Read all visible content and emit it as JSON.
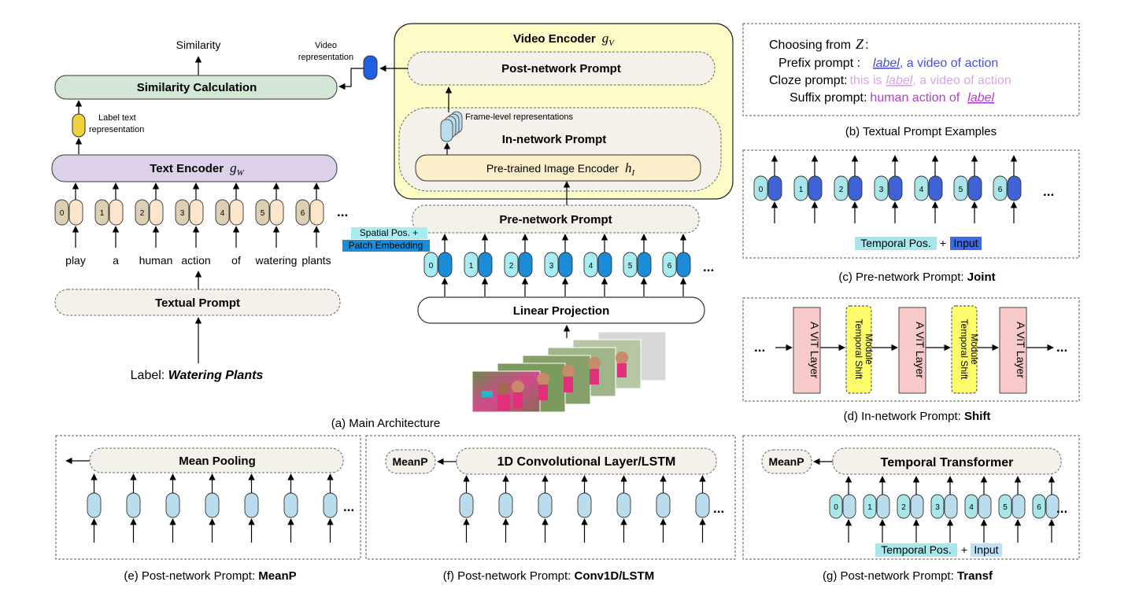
{
  "colors": {
    "video_encoder_bg": "#fdfbc6",
    "similarity_fill": "#d4e7d4",
    "text_encoder_fill": "#ddd1ea",
    "prompt_fill": "#f4f1ea",
    "image_encoder_fill": "#fdefcc",
    "token_tan_dark": "#dccfb3",
    "token_tan_light": "#fde5cc",
    "token_cyan_light": "#a6ecf3",
    "token_blue": "#1a8cd8",
    "token_pale_blue": "#b9ddec",
    "token_dark_blue": "#3d63d6",
    "label_rep_fill": "#f2d13c",
    "video_rep_fill": "#1f5fe0",
    "vit_layer_fill": "#f8c9c9",
    "shift_module_fill": "#fdfc6a",
    "temporal_pos_bg": "#a8e6ea",
    "input_bg": "#3e6be0",
    "input_bg_light": "#bde0f6",
    "cloze_text": "#d9a6e3",
    "suffix_text": "#b23dcc",
    "prefix_text": "#4a4fd8"
  },
  "main": {
    "similarity_label": "Similarity",
    "similarity_calc": "Similarity Calculation",
    "label_text_rep_line1": "Label text",
    "label_text_rep_line2": "representation",
    "text_encoder": "Text Encoder",
    "text_encoder_sym": "g",
    "text_encoder_sub": "W",
    "token_indices": [
      "0",
      "1",
      "2",
      "3",
      "4",
      "5",
      "6"
    ],
    "ellipsis": "...",
    "words": [
      "play",
      "a",
      "human",
      "action",
      "of",
      "watering",
      "plants"
    ],
    "textual_prompt": "Textual Prompt",
    "label_prefix": "Label: ",
    "label_value": "Watering Plants",
    "caption": "(a) Main Architecture"
  },
  "video": {
    "encoder_title": "Video Encoder",
    "encoder_sym": "g",
    "encoder_sub": "V",
    "video_rep_line1": "Video",
    "video_rep_line2": "representation",
    "post_network_prompt": "Post-network Prompt",
    "frame_level": "Frame-level representations",
    "in_network_prompt": "In-network Prompt",
    "image_encoder": "Pre-trained Image Encoder",
    "image_encoder_sym": "h",
    "image_encoder_sub": "I",
    "pre_network_prompt": "Pre-network Prompt",
    "spatial_pos": "Spatial Pos. +",
    "patch_embedding": "Patch  Embedding",
    "linear_projection": "Linear Projection"
  },
  "panel_b": {
    "choosing": "Choosing from",
    "choosing_sym": "Z",
    "prefix_label": "Prefix prompt :",
    "prefix_word": "label",
    "prefix_rest": ",   a video of action",
    "cloze_label": "Cloze prompt:",
    "cloze_pre": "this is",
    "cloze_word": "label",
    "cloze_rest": ", a video of action",
    "suffix_label": "Suffix prompt:",
    "suffix_pre": "human action of",
    "suffix_word": "label",
    "caption": "(b) Textual Prompt Examples"
  },
  "panel_c": {
    "temporal_pos": "Temporal Pos.",
    "plus": "+",
    "input": "Input",
    "caption_pre": "(c) Pre-network Prompt: ",
    "caption_bold": "Joint"
  },
  "panel_d": {
    "vit_layer": "A ViT Layer",
    "shift_module_line1": "Temporal Shift",
    "shift_module_line2": "Module",
    "caption_pre": "(d) In-network Prompt: ",
    "caption_bold": "Shift"
  },
  "panel_e": {
    "mean_pooling": "Mean Pooling",
    "caption_pre": "(e) Post-network Prompt: ",
    "caption_bold": "MeanP"
  },
  "panel_f": {
    "meanp": "MeanP",
    "conv": "1D Convolutional Layer/LSTM",
    "caption_pre": "(f) Post-network Prompt: ",
    "caption_bold": "Conv1D/LSTM"
  },
  "panel_g": {
    "meanp": "MeanP",
    "transformer": "Temporal Transformer",
    "temporal_pos": "Temporal Pos.",
    "plus": "+",
    "input": "Input",
    "caption_pre": "(g) Post-network Prompt: ",
    "caption_bold": "Transf"
  }
}
